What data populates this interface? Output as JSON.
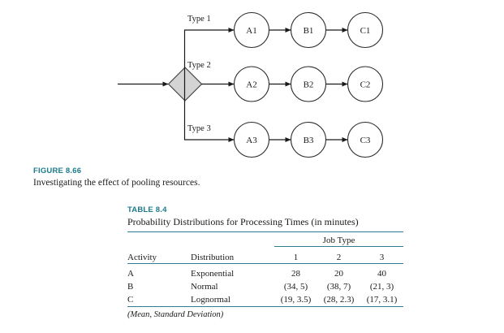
{
  "figure": {
    "number": "FIGURE 8.66",
    "caption": "Investigating the effect of pooling resources.",
    "accent_color": "#1b7b8c",
    "diagram": {
      "decision_node": {
        "name": "router-diamond",
        "fill": "#d4d4d4",
        "stroke": "#3a3a3a"
      },
      "branches": [
        {
          "label": "Type 1",
          "nodes": [
            "A1",
            "B1",
            "C1"
          ]
        },
        {
          "label": "Type 2",
          "nodes": [
            "A2",
            "B2",
            "C2"
          ]
        },
        {
          "label": "Type 3",
          "nodes": [
            "A3",
            "B3",
            "C3"
          ]
        }
      ]
    }
  },
  "table": {
    "number": "TABLE 8.4",
    "title": "Probability Distributions for Processing Times (in minutes)",
    "rule_color": "#2b7f90",
    "span_header": "Job Type",
    "columns": [
      "Activity",
      "Distribution",
      "1",
      "2",
      "3"
    ],
    "rows": [
      {
        "activity": "A",
        "distribution": "Exponential",
        "job1": "28",
        "job2": "20",
        "job3": "40"
      },
      {
        "activity": "B",
        "distribution": "Normal",
        "job1": "(34, 5)",
        "job2": "(38, 7)",
        "job3": "(21, 3)"
      },
      {
        "activity": "C",
        "distribution": "Lognormal",
        "job1": "(19, 3.5)",
        "job2": "(28, 2.3)",
        "job3": "(17, 3.1)"
      }
    ],
    "footnote": "(Mean, Standard Deviation)"
  }
}
